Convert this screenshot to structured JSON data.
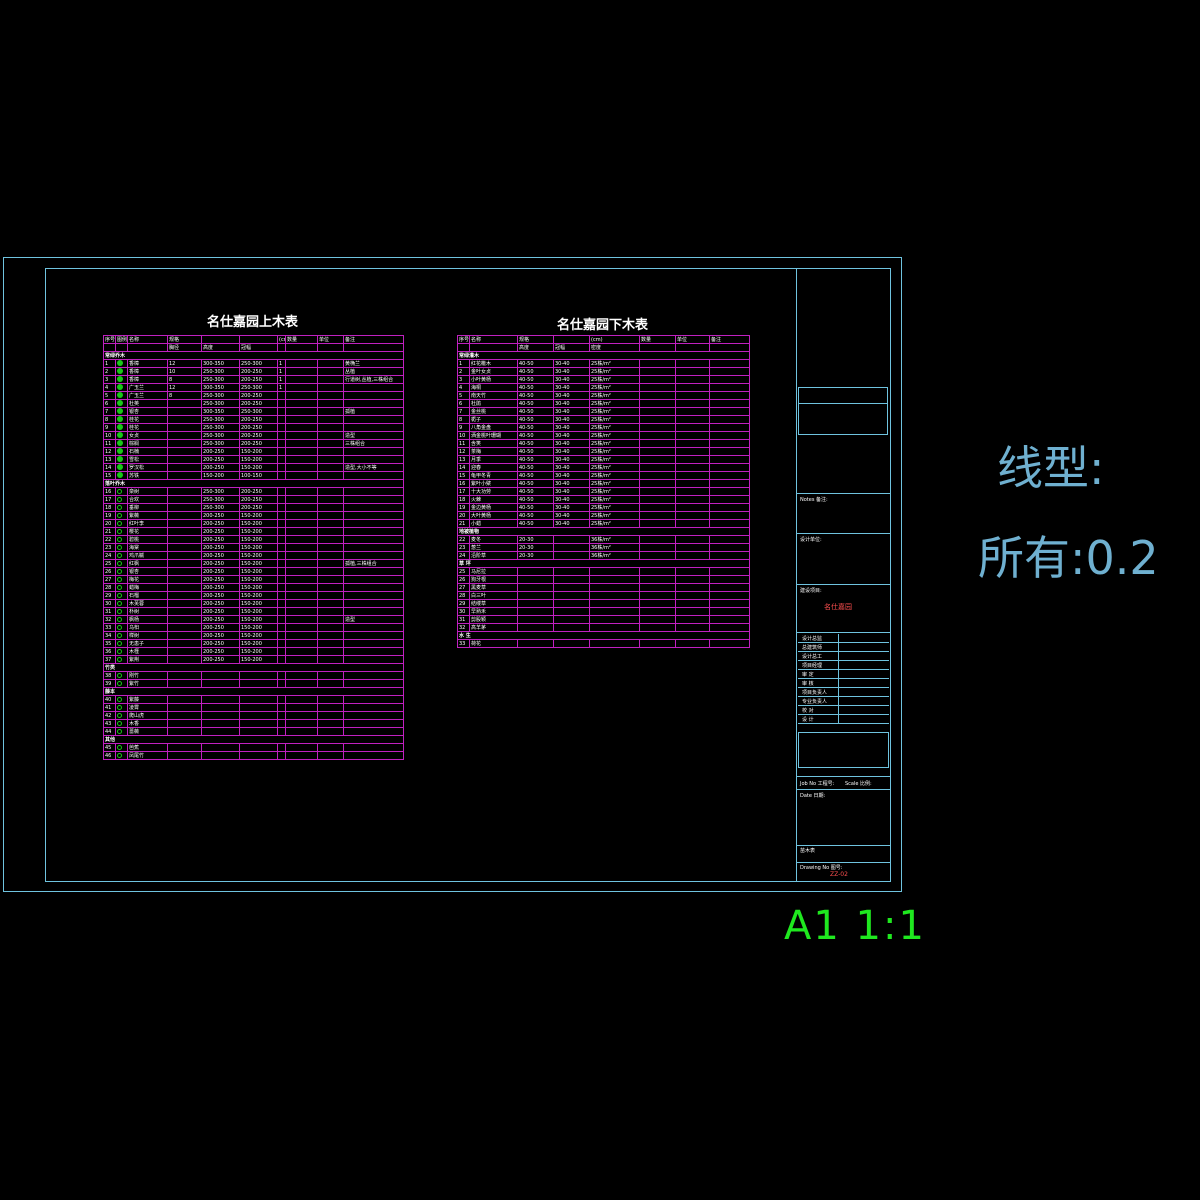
{
  "side_label": {
    "line1": "线型:",
    "line2": "所有:0.2"
  },
  "scale_label": "A1 1:1",
  "upper_table": {
    "title": "名仕嘉园上木表",
    "unit": "(cm)",
    "h1": [
      "序号",
      "图例",
      "名称",
      "规格",
      "",
      "",
      "",
      "数量",
      "单位",
      "备注"
    ],
    "h2": [
      "",
      "",
      "",
      "胸径",
      "高度",
      "冠幅",
      "",
      "",
      "",
      ""
    ],
    "rows": [
      {
        "s": "常绿乔木"
      },
      {
        "c": [
          "1",
          "●",
          "香樟",
          "12",
          "300-350",
          "250-300",
          "1",
          "",
          "",
          "黄桷兰"
        ]
      },
      {
        "c": [
          "2",
          "●",
          "香樟",
          "10",
          "250-300",
          "200-250",
          "1",
          "",
          "",
          "丛植"
        ]
      },
      {
        "c": [
          "3",
          "●",
          "香樟",
          "8",
          "250-300",
          "200-250",
          "1",
          "",
          "",
          "行道树,丛植,三株组合"
        ]
      },
      {
        "c": [
          "4",
          "●",
          "广玉兰",
          "12",
          "300-350",
          "250-300",
          "1",
          "",
          "",
          ""
        ]
      },
      {
        "c": [
          "5",
          "●",
          "广玉兰",
          "8",
          "250-300",
          "200-250",
          "",
          "",
          "",
          ""
        ]
      },
      {
        "c": [
          "6",
          "●",
          "杜英",
          "",
          "250-300",
          "200-250",
          "",
          "",
          "",
          ""
        ]
      },
      {
        "c": [
          "7",
          "●",
          "银杏",
          "",
          "300-350",
          "250-300",
          "",
          "",
          "",
          "孤植"
        ]
      },
      {
        "c": [
          "8",
          "●",
          "桂花",
          "",
          "250-300",
          "200-250",
          "",
          "",
          "",
          ""
        ]
      },
      {
        "c": [
          "9",
          "●",
          "桂花",
          "",
          "250-300",
          "200-250",
          "",
          "",
          "",
          ""
        ]
      },
      {
        "c": [
          "10",
          "●",
          "女贞",
          "",
          "250-300",
          "200-250",
          "",
          "",
          "",
          "造型"
        ]
      },
      {
        "c": [
          "11",
          "●",
          "棕榈",
          "",
          "250-300",
          "200-250",
          "",
          "",
          "",
          "三株组合"
        ]
      },
      {
        "c": [
          "12",
          "●",
          "石楠",
          "",
          "200-250",
          "150-200",
          "",
          "",
          "",
          ""
        ]
      },
      {
        "c": [
          "13",
          "●",
          "雪松",
          "",
          "200-250",
          "150-200",
          "",
          "",
          "",
          ""
        ]
      },
      {
        "c": [
          "14",
          "●",
          "罗汉松",
          "",
          "200-250",
          "150-200",
          "",
          "",
          "",
          "造型,大小不等"
        ]
      },
      {
        "c": [
          "15",
          "●",
          "苏铁",
          "",
          "150-200",
          "100-150",
          "",
          "",
          "",
          ""
        ]
      },
      {
        "s": "落叶乔木"
      },
      {
        "c": [
          "16",
          "◎",
          "栾树",
          "",
          "250-300",
          "200-250",
          "",
          "",
          "",
          ""
        ]
      },
      {
        "c": [
          "17",
          "◎",
          "合欢",
          "",
          "250-300",
          "200-250",
          "",
          "",
          "",
          ""
        ]
      },
      {
        "c": [
          "18",
          "◎",
          "垂柳",
          "",
          "250-300",
          "200-250",
          "",
          "",
          "",
          ""
        ]
      },
      {
        "c": [
          "19",
          "◎",
          "紫薇",
          "",
          "200-250",
          "150-200",
          "",
          "",
          "",
          ""
        ]
      },
      {
        "c": [
          "20",
          "◎",
          "红叶李",
          "",
          "200-250",
          "150-200",
          "",
          "",
          "",
          ""
        ]
      },
      {
        "c": [
          "21",
          "◎",
          "樱花",
          "",
          "200-250",
          "150-200",
          "",
          "",
          "",
          ""
        ]
      },
      {
        "c": [
          "22",
          "◎",
          "碧桃",
          "",
          "200-250",
          "150-200",
          "",
          "",
          "",
          ""
        ]
      },
      {
        "c": [
          "23",
          "◎",
          "海棠",
          "",
          "200-250",
          "150-200",
          "",
          "",
          "",
          ""
        ]
      },
      {
        "c": [
          "24",
          "◎",
          "鸡爪槭",
          "",
          "200-250",
          "150-200",
          "",
          "",
          "",
          ""
        ]
      },
      {
        "c": [
          "25",
          "◎",
          "红枫",
          "",
          "200-250",
          "150-200",
          "",
          "",
          "",
          "孤植,三株组合"
        ]
      },
      {
        "c": [
          "26",
          "◎",
          "银杏",
          "",
          "200-250",
          "150-200",
          "",
          "",
          "",
          ""
        ]
      },
      {
        "c": [
          "27",
          "◎",
          "梅花",
          "",
          "200-250",
          "150-200",
          "",
          "",
          "",
          ""
        ]
      },
      {
        "c": [
          "28",
          "◎",
          "蜡梅",
          "",
          "200-250",
          "150-200",
          "",
          "",
          "",
          ""
        ]
      },
      {
        "c": [
          "29",
          "◎",
          "石榴",
          "",
          "200-250",
          "150-200",
          "",
          "",
          "",
          ""
        ]
      },
      {
        "c": [
          "30",
          "◎",
          "木芙蓉",
          "",
          "200-250",
          "150-200",
          "",
          "",
          "",
          ""
        ]
      },
      {
        "c": [
          "31",
          "◎",
          "朴树",
          "",
          "200-250",
          "150-200",
          "",
          "",
          "",
          ""
        ]
      },
      {
        "c": [
          "32",
          "◎",
          "枫杨",
          "",
          "200-250",
          "150-200",
          "",
          "",
          "",
          "造型"
        ]
      },
      {
        "c": [
          "33",
          "◎",
          "乌桕",
          "",
          "200-250",
          "150-200",
          "",
          "",
          "",
          ""
        ]
      },
      {
        "c": [
          "34",
          "◎",
          "榉树",
          "",
          "200-250",
          "150-200",
          "",
          "",
          "",
          ""
        ]
      },
      {
        "c": [
          "35",
          "◎",
          "无患子",
          "",
          "200-250",
          "150-200",
          "",
          "",
          "",
          ""
        ]
      },
      {
        "c": [
          "36",
          "◎",
          "木槿",
          "",
          "200-250",
          "150-200",
          "",
          "",
          "",
          ""
        ]
      },
      {
        "c": [
          "37",
          "◎",
          "紫荆",
          "",
          "200-250",
          "150-200",
          "",
          "",
          "",
          ""
        ]
      },
      {
        "s": "竹类"
      },
      {
        "c": [
          "38",
          "◎",
          "刚竹",
          "",
          "",
          "",
          "",
          "",
          "",
          ""
        ]
      },
      {
        "c": [
          "39",
          "◎",
          "紫竹",
          "",
          "",
          "",
          "",
          "",
          "",
          ""
        ]
      },
      {
        "s": "藤本"
      },
      {
        "c": [
          "40",
          "◎",
          "紫藤",
          "",
          "",
          "",
          "",
          "",
          "",
          ""
        ]
      },
      {
        "c": [
          "41",
          "◎",
          "凌霄",
          "",
          "",
          "",
          "",
          "",
          "",
          ""
        ]
      },
      {
        "c": [
          "42",
          "◎",
          "爬山虎",
          "",
          "",
          "",
          "",
          "",
          "",
          ""
        ]
      },
      {
        "c": [
          "43",
          "◎",
          "木香",
          "",
          "",
          "",
          "",
          "",
          "",
          ""
        ]
      },
      {
        "c": [
          "44",
          "◎",
          "蔷薇",
          "",
          "",
          "",
          "",
          "",
          "",
          ""
        ]
      },
      {
        "s": "其他"
      },
      {
        "c": [
          "45",
          "◎",
          "芭蕉",
          "",
          "",
          "",
          "",
          "",
          "",
          ""
        ]
      },
      {
        "c": [
          "46",
          "◎",
          "凤尾竹",
          "",
          "",
          "",
          "",
          "",
          "",
          ""
        ]
      }
    ]
  },
  "lower_table": {
    "title": "名仕嘉园下木表",
    "unit": "(cm)",
    "h1": [
      "序号",
      "名称",
      "规格",
      "",
      "",
      "数量",
      "单位",
      "备注"
    ],
    "h2": [
      "",
      "",
      "高度",
      "冠幅",
      "密度",
      "",
      "",
      ""
    ],
    "rows": [
      {
        "s": "常绿灌木"
      },
      {
        "c": [
          "1",
          "红花檵木",
          "40-50",
          "30-40",
          "25株/m²",
          "",
          "",
          ""
        ]
      },
      {
        "c": [
          "2",
          "金叶女贞",
          "40-50",
          "30-40",
          "25株/m²",
          "",
          "",
          ""
        ]
      },
      {
        "c": [
          "3",
          "小叶黄杨",
          "40-50",
          "30-40",
          "25株/m²",
          "",
          "",
          ""
        ]
      },
      {
        "c": [
          "4",
          "海桐",
          "40-50",
          "30-40",
          "25株/m²",
          "",
          "",
          ""
        ]
      },
      {
        "c": [
          "5",
          "南天竹",
          "40-50",
          "30-40",
          "25株/m²",
          "",
          "",
          ""
        ]
      },
      {
        "c": [
          "6",
          "杜鹃",
          "40-50",
          "30-40",
          "25株/m²",
          "",
          "",
          ""
        ]
      },
      {
        "c": [
          "7",
          "金丝桃",
          "40-50",
          "30-40",
          "25株/m²",
          "",
          "",
          ""
        ]
      },
      {
        "c": [
          "8",
          "栀子",
          "40-50",
          "30-40",
          "25株/m²",
          "",
          "",
          ""
        ]
      },
      {
        "c": [
          "9",
          "八角金盘",
          "40-50",
          "30-40",
          "25株/m²",
          "",
          "",
          ""
        ]
      },
      {
        "c": [
          "10",
          "洒金桃叶珊瑚",
          "40-50",
          "30-40",
          "25株/m²",
          "",
          "",
          ""
        ]
      },
      {
        "c": [
          "11",
          "含笑",
          "40-50",
          "30-40",
          "25株/m²",
          "",
          "",
          ""
        ]
      },
      {
        "c": [
          "12",
          "茶梅",
          "40-50",
          "30-40",
          "25株/m²",
          "",
          "",
          ""
        ]
      },
      {
        "c": [
          "13",
          "月季",
          "40-50",
          "30-40",
          "25株/m²",
          "",
          "",
          ""
        ]
      },
      {
        "c": [
          "14",
          "迎春",
          "40-50",
          "30-40",
          "25株/m²",
          "",
          "",
          ""
        ]
      },
      {
        "c": [
          "15",
          "龟甲冬青",
          "40-50",
          "30-40",
          "25株/m²",
          "",
          "",
          ""
        ]
      },
      {
        "c": [
          "16",
          "紫叶小檗",
          "40-50",
          "30-40",
          "25株/m²",
          "",
          "",
          ""
        ]
      },
      {
        "c": [
          "17",
          "十大功劳",
          "40-50",
          "30-40",
          "25株/m²",
          "",
          "",
          ""
        ]
      },
      {
        "c": [
          "18",
          "火棘",
          "40-50",
          "30-40",
          "25株/m²",
          "",
          "",
          ""
        ]
      },
      {
        "c": [
          "19",
          "金边黄杨",
          "40-50",
          "30-40",
          "25株/m²",
          "",
          "",
          ""
        ]
      },
      {
        "c": [
          "20",
          "大叶黄杨",
          "40-50",
          "30-40",
          "25株/m²",
          "",
          "",
          ""
        ]
      },
      {
        "c": [
          "21",
          "小蜡",
          "40-50",
          "30-40",
          "25株/m²",
          "",
          "",
          ""
        ]
      },
      {
        "s": "地被植物"
      },
      {
        "c": [
          "22",
          "麦冬",
          "20-30",
          "",
          "36株/m²",
          "",
          "",
          ""
        ]
      },
      {
        "c": [
          "23",
          "葱兰",
          "20-30",
          "",
          "36株/m²",
          "",
          "",
          ""
        ]
      },
      {
        "c": [
          "24",
          "沿阶草",
          "20-30",
          "",
          "36株/m²",
          "",
          "",
          ""
        ]
      },
      {
        "s": "草 坪"
      },
      {
        "c": [
          "25",
          "马尼拉",
          "",
          "",
          "",
          "",
          "",
          ""
        ]
      },
      {
        "c": [
          "26",
          "狗牙根",
          "",
          "",
          "",
          "",
          "",
          ""
        ]
      },
      {
        "c": [
          "27",
          "黑麦草",
          "",
          "",
          "",
          "",
          "",
          ""
        ]
      },
      {
        "c": [
          "28",
          "白三叶",
          "",
          "",
          "",
          "",
          "",
          ""
        ]
      },
      {
        "c": [
          "29",
          "结缕草",
          "",
          "",
          "",
          "",
          "",
          ""
        ]
      },
      {
        "c": [
          "30",
          "早熟禾",
          "",
          "",
          "",
          "",
          "",
          ""
        ]
      },
      {
        "c": [
          "31",
          "剪股颖",
          "",
          "",
          "",
          "",
          "",
          ""
        ]
      },
      {
        "c": [
          "32",
          "高羊茅",
          "",
          "",
          "",
          "",
          "",
          ""
        ]
      },
      {
        "s": "水 生"
      },
      {
        "c": [
          "33",
          "荷花",
          "",
          "",
          "",
          "",
          "",
          ""
        ]
      }
    ]
  },
  "title_block": {
    "notes": "Notes 备注:",
    "design_unit": "设计单位:",
    "project_label": "建设项目:",
    "project_name": "名仕嘉园",
    "approvals": [
      "设计总监",
      "总建筑师",
      "设计总工",
      "项目经理",
      "审 定",
      "审 核",
      "项目负责人",
      "专业负责人",
      "校 对",
      "设 计"
    ],
    "job_no": "Job No 工程号:",
    "scale": "Scale 比例:",
    "date": "Date 日期:",
    "drawing_no_label": "Drawing No 图号:",
    "drawing_title": "苗木表",
    "drawing_no": "ZZ-02"
  }
}
